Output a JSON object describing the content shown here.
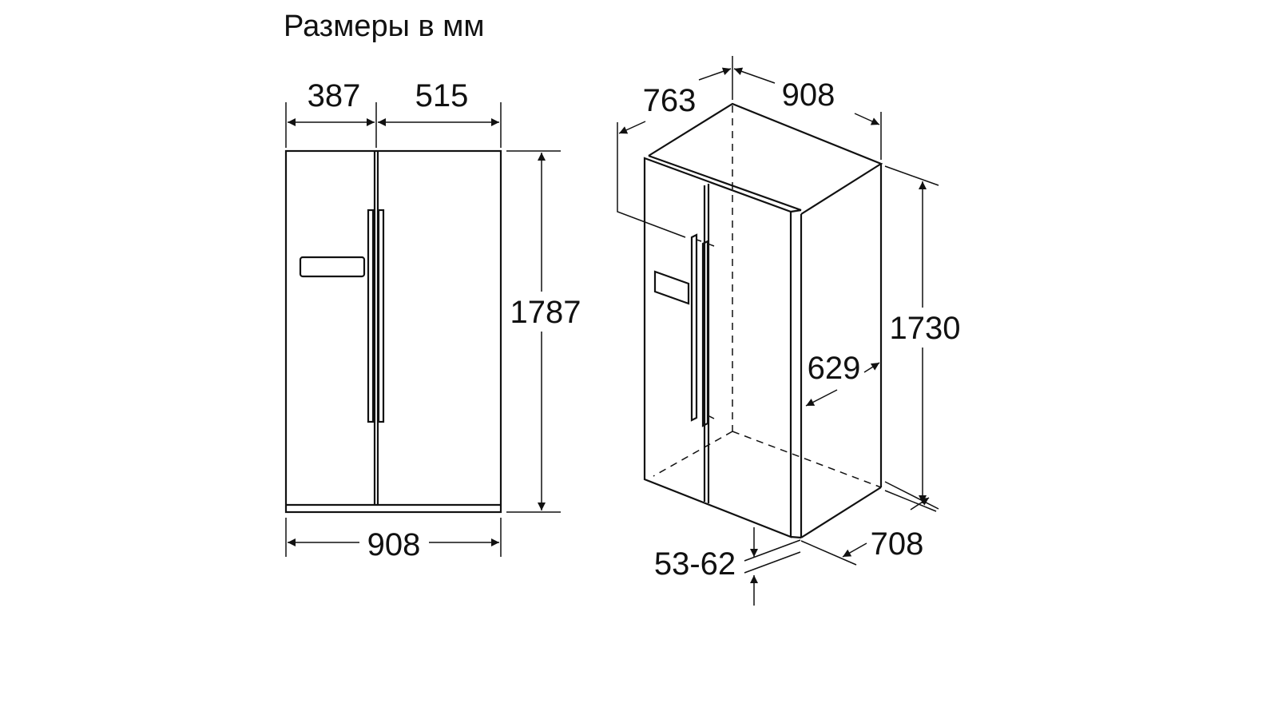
{
  "title": "Размеры в мм",
  "front_view": {
    "left_door_width": "387",
    "right_door_width": "515",
    "height": "1787",
    "total_width": "908"
  },
  "iso_view": {
    "depth_with_handle": "763",
    "width": "908",
    "height": "1730",
    "depth_body": "629",
    "depth_total": "708",
    "foot_adjust": "53-62"
  }
}
